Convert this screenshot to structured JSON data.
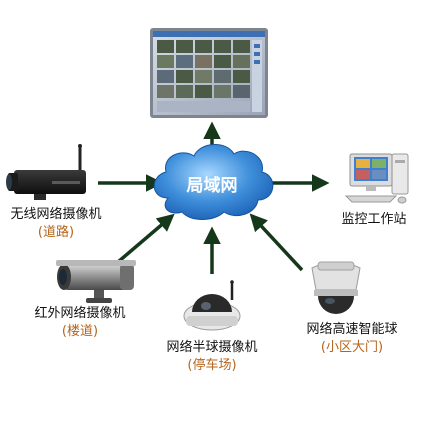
{
  "hub": {
    "label": "局域网"
  },
  "devices": [
    {
      "id": "wireless-camera",
      "name": "无线网络摄像机",
      "location": "(道路)"
    },
    {
      "id": "infrared-camera",
      "name": "红外网络摄像机",
      "location": "(楼道)"
    },
    {
      "id": "dome-camera",
      "name": "网络半球摄像机",
      "location": "(停车场)"
    },
    {
      "id": "speed-dome",
      "name": "网络高速智能球",
      "location": "(小区大门)"
    },
    {
      "id": "workstation",
      "name": "监控工作站",
      "location": ""
    }
  ],
  "colors": {
    "arrow": "#16381a",
    "cloud_dark": "#1a5fb4",
    "cloud_light": "#8cc8f5",
    "hub_text": "#ffffff",
    "location_text": "#b5651d"
  }
}
